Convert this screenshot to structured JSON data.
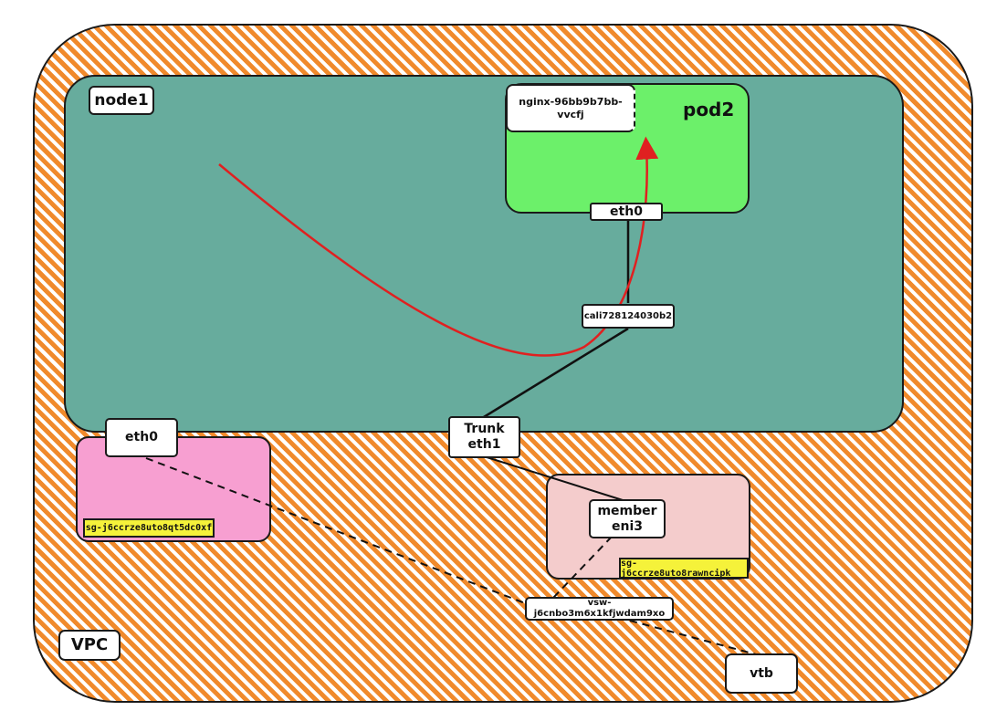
{
  "vpc": {
    "label": "VPC"
  },
  "node": {
    "label": "node1"
  },
  "pod": {
    "title": "pod2",
    "container": "nginx-96bb9b7bb-vvcfj",
    "interface": "eth0"
  },
  "veth": {
    "label": "cali728124030b2"
  },
  "trunk": {
    "line1": "Trunk",
    "line2": "eth1"
  },
  "primary_eni": {
    "interface": "eth0",
    "security_group": "sg-j6ccrze8uto8qt5dc0xf"
  },
  "member_eni": {
    "line1": "member",
    "line2": "eni3",
    "security_group": "sg-j6ccrze8uto8rawncipk"
  },
  "vswitch": {
    "label": "vsw-j6cnbo3m6x1kfjwdam9xo"
  },
  "route_table": {
    "label": "vtb"
  },
  "colors": {
    "vpc_stripe": "#f08a2c",
    "node_fill": "#67ac9d",
    "pod_fill": "#6cf06a",
    "primary_eni_fill": "#f79fd1",
    "member_eni_fill": "#f4cccc",
    "security_group_fill": "#f5f23a",
    "traffic_arrow": "#e02020"
  }
}
